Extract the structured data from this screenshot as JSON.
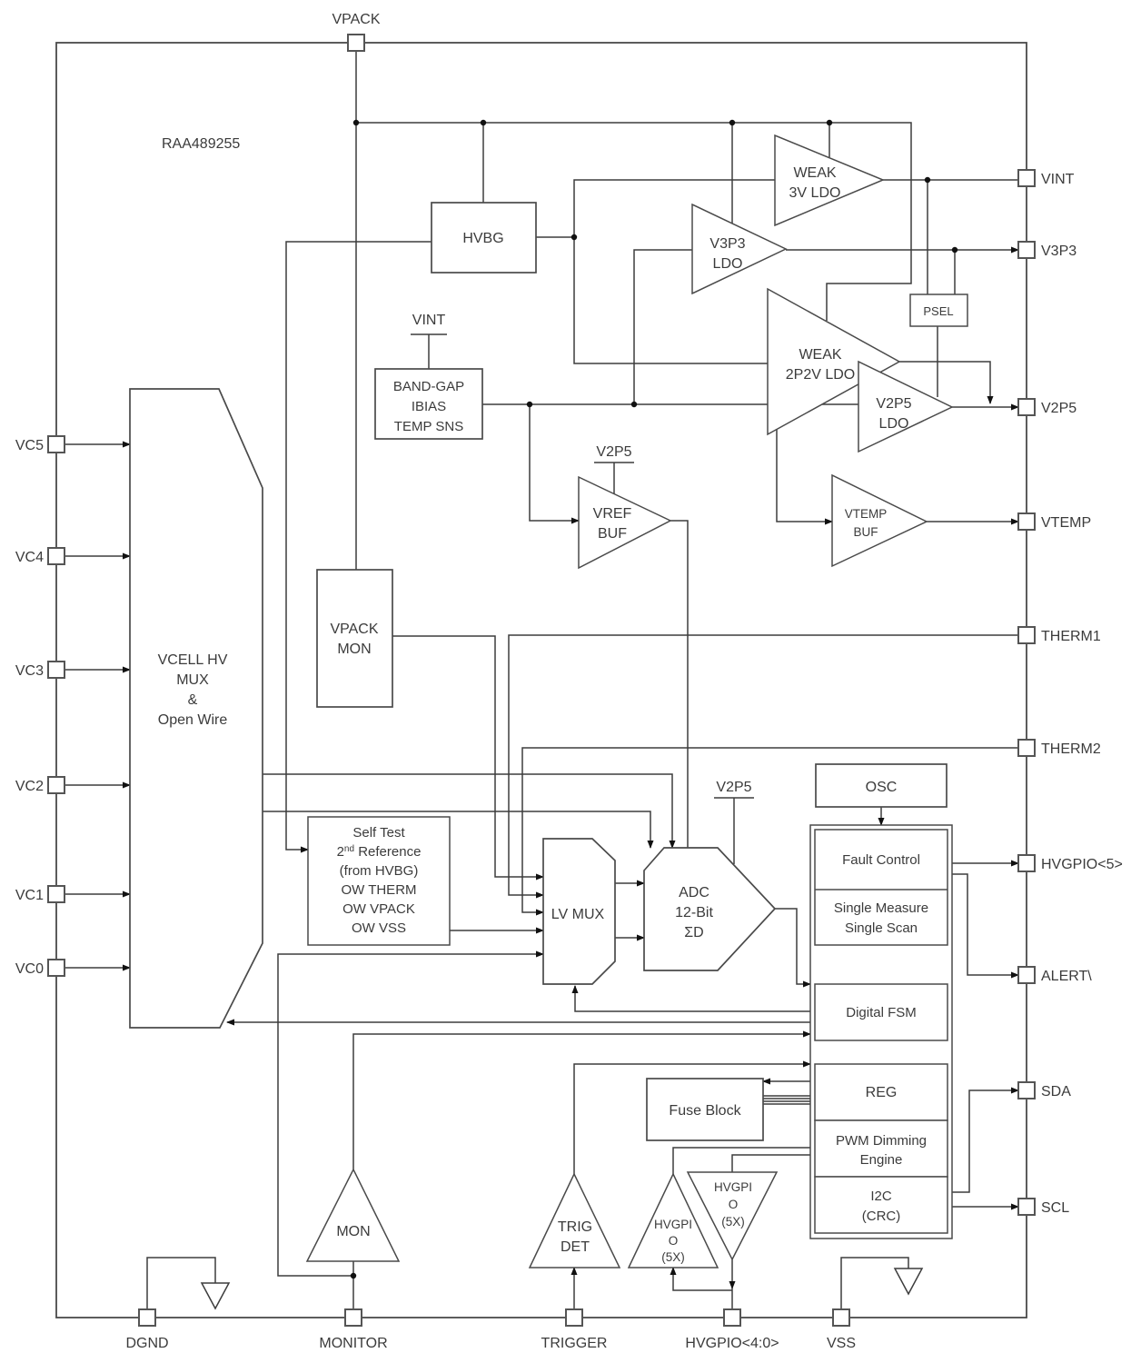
{
  "title": "RAA489255",
  "pins": {
    "top": [
      {
        "label": "VPACK"
      }
    ],
    "left": [
      {
        "label": "VC5"
      },
      {
        "label": "VC4"
      },
      {
        "label": "VC3"
      },
      {
        "label": "VC2"
      },
      {
        "label": "VC1"
      },
      {
        "label": "VC0"
      }
    ],
    "right": [
      {
        "label": "VINT"
      },
      {
        "label": "V3P3"
      },
      {
        "label": "V2P5"
      },
      {
        "label": "VTEMP"
      },
      {
        "label": "THERM1"
      },
      {
        "label": "THERM2"
      },
      {
        "label": "HVGPIO<5>"
      },
      {
        "label": "ALERT\\"
      },
      {
        "label": "SDA"
      },
      {
        "label": "SCL"
      }
    ],
    "bottom": [
      {
        "label": "DGND"
      },
      {
        "label": "MONITOR"
      },
      {
        "label": "TRIGGER"
      },
      {
        "label": "HVGPIO<4:0>"
      },
      {
        "label": "VSS"
      }
    ]
  },
  "blocks": {
    "hvbg": "HVBG",
    "bandgap": {
      "lines": [
        "BAND-GAP",
        "IBIAS",
        "TEMP SNS"
      ],
      "tap": "VINT"
    },
    "vpack_mon": {
      "lines": [
        "VPACK",
        "MON"
      ]
    },
    "vcell_mux": {
      "lines": [
        "VCELL HV",
        "MUX",
        "&",
        "Open Wire"
      ]
    },
    "self_test": {
      "line1": "Self Test",
      "line2": {
        "pre": "2",
        "sup": "nd",
        "post": " Reference"
      },
      "line3": "(from HVBG)",
      "line4": "OW THERM",
      "line5": "OW VPACK",
      "line6": "OW VSS"
    },
    "weak3v": {
      "lines": [
        "WEAK",
        "3V LDO"
      ]
    },
    "v3p3ldo": {
      "lines": [
        "V3P3",
        "LDO"
      ]
    },
    "weak2p2v": {
      "lines": [
        "WEAK",
        "2P2V LDO"
      ]
    },
    "v2p5ldo": {
      "lines": [
        "V2P5",
        "LDO"
      ]
    },
    "psel": "PSEL",
    "vref_buf": {
      "lines": [
        "VREF",
        "BUF"
      ],
      "tap": "V2P5"
    },
    "vtemp_buf": {
      "lines": [
        "VTEMP",
        "BUF"
      ]
    },
    "lv_mux": "LV MUX",
    "adc": {
      "lines": [
        "ADC",
        "12-Bit",
        "ΣD"
      ],
      "tap": "V2P5"
    },
    "osc": "OSC",
    "fault_control": "Fault Control",
    "single_measure": {
      "lines": [
        "Single Measure",
        "Single Scan"
      ]
    },
    "digital_fsm": "Digital FSM",
    "reg": "REG",
    "pwm": {
      "lines": [
        "PWM Dimming",
        "Engine"
      ]
    },
    "i2c": {
      "lines": [
        "I2C",
        "(CRC)"
      ]
    },
    "fuse_block": "Fuse Block",
    "mon": "MON",
    "trig_det": {
      "lines": [
        "TRIG",
        "DET"
      ]
    },
    "hvgpio_drv_up": {
      "lines": [
        "HVGPI",
        "O",
        "(5X)"
      ]
    },
    "hvgpio_drv_dn": {
      "lines": [
        "HVGPI",
        "O",
        "(5X)"
      ]
    }
  }
}
